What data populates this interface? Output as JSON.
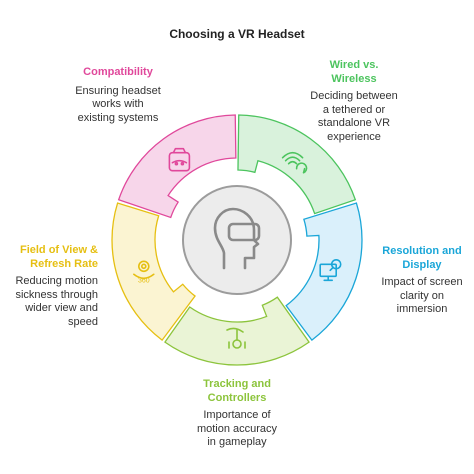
{
  "title": "Choosing a VR Headset",
  "center_icon": "vr-headset-head-icon",
  "segments": [
    {
      "key": "compatibility",
      "heading": "Compatibility",
      "description": "Ensuring headset\nworks with\nexisting systems",
      "color": "#f7d6ea",
      "accent": "#e0489b",
      "icon": "game-controller-icon"
    },
    {
      "key": "wired",
      "heading": "Wired vs.\nWireless",
      "description": "Deciding between\na tethered or\nstandalone VR\nexperience",
      "color": "#d9f2dc",
      "accent": "#4cc45e",
      "icon": "wifi-sync-icon"
    },
    {
      "key": "resolution",
      "heading": "Resolution and\nDisplay",
      "description": "Impact of screen\nclarity on\nimmersion",
      "color": "#daf0fb",
      "accent": "#1aa6d8",
      "icon": "monitor-magnifier-icon"
    },
    {
      "key": "tracking",
      "heading": "Tracking and\nControllers",
      "description": "Importance of\nmotion accuracy\nin gameplay",
      "color": "#eaf4d6",
      "accent": "#8cc43c",
      "icon": "hand-joystick-icon"
    },
    {
      "key": "fov",
      "heading": "Field of View &\nRefresh Rate",
      "description": "Reducing motion\nsickness through\nwider view and\nspeed",
      "color": "#fbf4d2",
      "accent": "#e6bf12",
      "icon": "360-view-icon"
    }
  ]
}
